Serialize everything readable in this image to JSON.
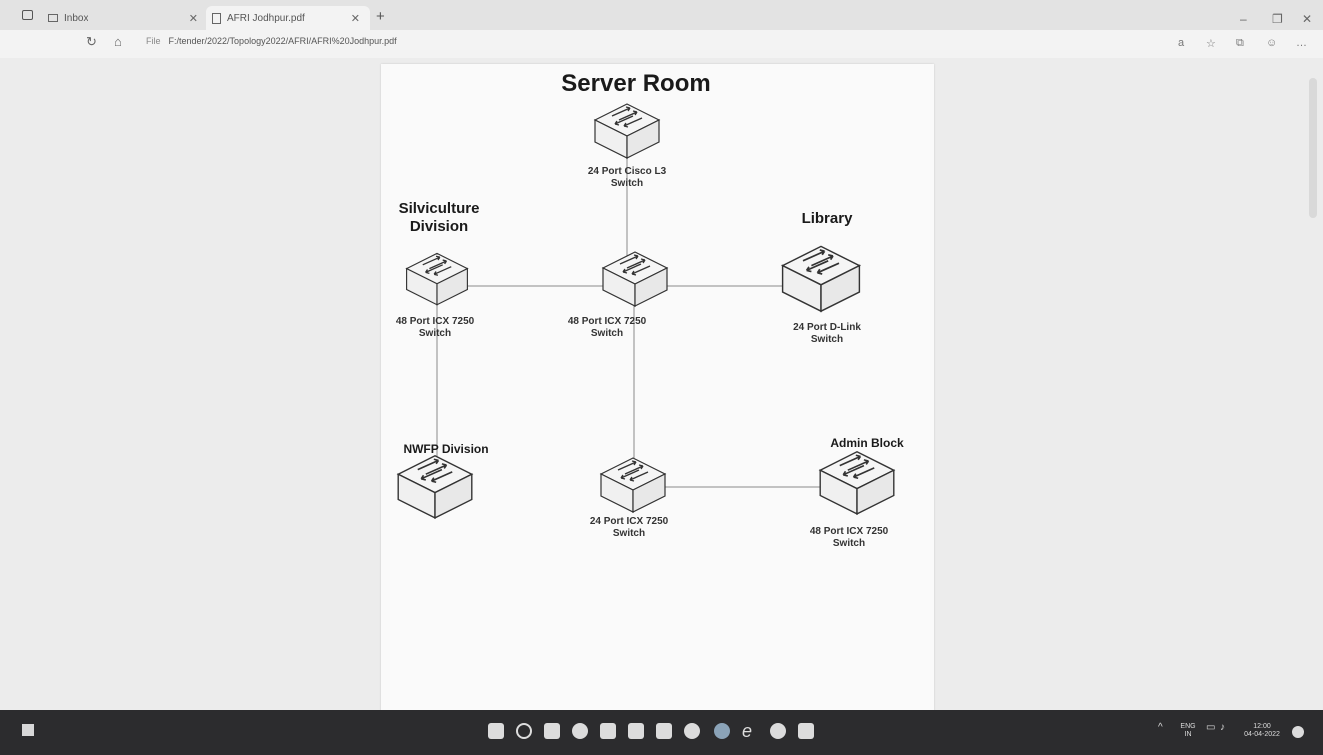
{
  "browser": {
    "tabs": [
      {
        "label": "Inbox"
      },
      {
        "label": "AFRI Jodhpur.pdf"
      }
    ],
    "new_tab": "+",
    "address": {
      "protocol": "File",
      "url": "F:/tender/2022/Topology2022/AFRI/AFRI%20Jodhpur.pdf"
    }
  },
  "diagram": {
    "title": "Server Room",
    "locations": {
      "silviculture": "Silviculture Division",
      "library": "Library",
      "nwfp": "NWFP Division",
      "admin": "Admin Block"
    },
    "switches": {
      "core": [
        "24 Port Cisco L3",
        "Switch"
      ],
      "center": [
        "48 Port ICX 7250",
        "Switch"
      ],
      "silviculture": [
        "48 Port ICX 7250",
        "Switch"
      ],
      "library": [
        "24 Port D-Link",
        "Switch"
      ],
      "bottom": [
        "24 Port ICX 7250",
        "Switch"
      ],
      "admin": [
        "48 Port ICX 7250",
        "Switch"
      ]
    }
  },
  "taskbar": {
    "lang": [
      "ENG",
      "IN"
    ],
    "time": "12:00",
    "date": "04-04-2022"
  }
}
